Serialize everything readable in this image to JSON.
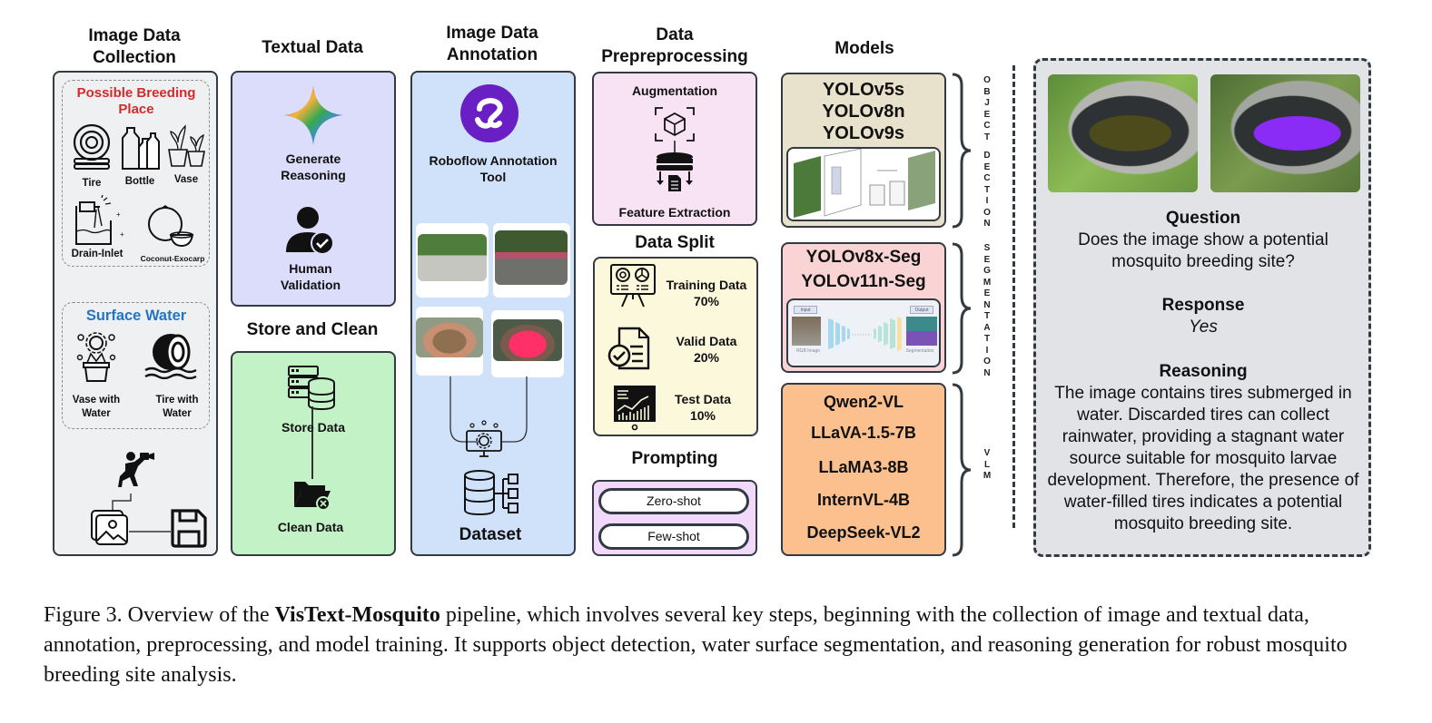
{
  "columns": {
    "image_collection": {
      "title": "Image Data Collection",
      "breeding_section": {
        "title": "Possible Breeding Place",
        "title_color": "#d42a2a",
        "items": [
          "Tire",
          "Bottle",
          "Vase",
          "Drain-Inlet",
          "Coconut-Exocarp"
        ]
      },
      "surface_section": {
        "title": "Surface Water",
        "title_color": "#2474c4",
        "items": [
          "Vase with Water",
          "Tire with Water"
        ]
      },
      "panel_color": "#eff0f2"
    },
    "textual": {
      "title": "Textual Data",
      "items": [
        "Generate Reasoning",
        "Human Validation"
      ],
      "panel_color": "#dcdcfb"
    },
    "store_clean": {
      "title": "Store and Clean",
      "items": [
        "Store Data",
        "Clean Data"
      ],
      "panel_color": "#c3f2c6"
    },
    "annotation": {
      "title": "Image Data Annotation",
      "tool": "Roboflow Annotation Tool",
      "output": "Dataset",
      "panel_color": "#cfe2fa",
      "accent": "#6a1fc4"
    },
    "preprocessing": {
      "title": "Data Prepreprocessing",
      "items": [
        "Augmentation",
        "Feature Extraction"
      ],
      "panel_color": "#f8e3f5"
    },
    "split": {
      "title": "Data Split",
      "panel_color": "#fcf8dc",
      "items": [
        {
          "label": "Training Data",
          "value": "70%"
        },
        {
          "label": "Valid Data",
          "value": "20%"
        },
        {
          "label": "Test Data",
          "value": "10%"
        }
      ]
    },
    "prompting": {
      "title": "Prompting",
      "panel_color": "#f0d9fa",
      "items": [
        "Zero-shot",
        "Few-shot"
      ]
    },
    "models": {
      "title": "Models",
      "groups": [
        {
          "category": "OBJECT DECTION",
          "names": [
            "YOLOv5s",
            "YOLOv8n",
            "YOLOv9s"
          ],
          "color": "#e8e2cc"
        },
        {
          "category": "SEGMENTATION",
          "names": [
            "YOLOv8x-Seg",
            "YOLOv11n-Seg"
          ],
          "color": "#fad4d4"
        },
        {
          "category": "VLM",
          "names": [
            "Qwen2-VL",
            "LLaVA-1.5-7B",
            "LLaMA3-8B",
            "InternVL-4B",
            "DeepSeek-VL2"
          ],
          "color": "#fbc08e"
        }
      ],
      "seg_labels": {
        "input": "Input",
        "output": "Output",
        "rgb": "RGB Image",
        "seg": "Segmentation"
      }
    },
    "example": {
      "question_title": "Question",
      "question": "Does the image show a potential mosquito breeding site?",
      "response_title": "Response",
      "response": "Yes",
      "reasoning_title": "Reasoning",
      "reasoning": "The image contains tires submerged in water. Discarded tires can collect rainwater, providing a stagnant water source suitable for mosquito larvae development. Therefore, the presence of water-filled tires indicates a potential mosquito breeding site.",
      "mask_color": "#8a2cf5"
    }
  },
  "caption": {
    "prefix": "Figure 3. Overview of the ",
    "bold": "VisText-Mosquito",
    "suffix": " pipeline, which involves several key steps, beginning with the collection of image and textual data, annotation, preprocessing, and model training. It supports object detection, water surface segmentation, and reasoning generation for robust mosquito breeding site analysis."
  }
}
